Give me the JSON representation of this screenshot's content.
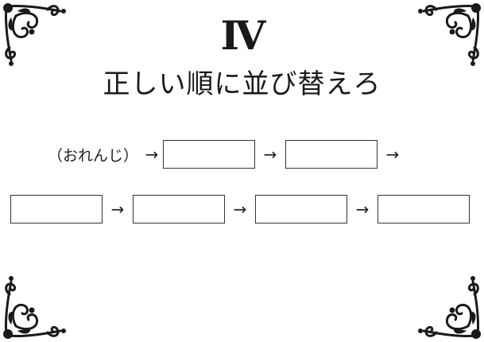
{
  "puzzle": {
    "numeral": "Ⅳ",
    "title": "正しい順に並び替えろ",
    "start_clue": "（おれんじ）",
    "arrow": "→",
    "answer_slots": [
      "",
      "",
      "",
      "",
      "",
      ""
    ]
  },
  "colors": {
    "ink": "#1a1a1a",
    "background": "#ffffff"
  },
  "decor": {
    "corner_ornament": "flourish-ornament-icon"
  }
}
